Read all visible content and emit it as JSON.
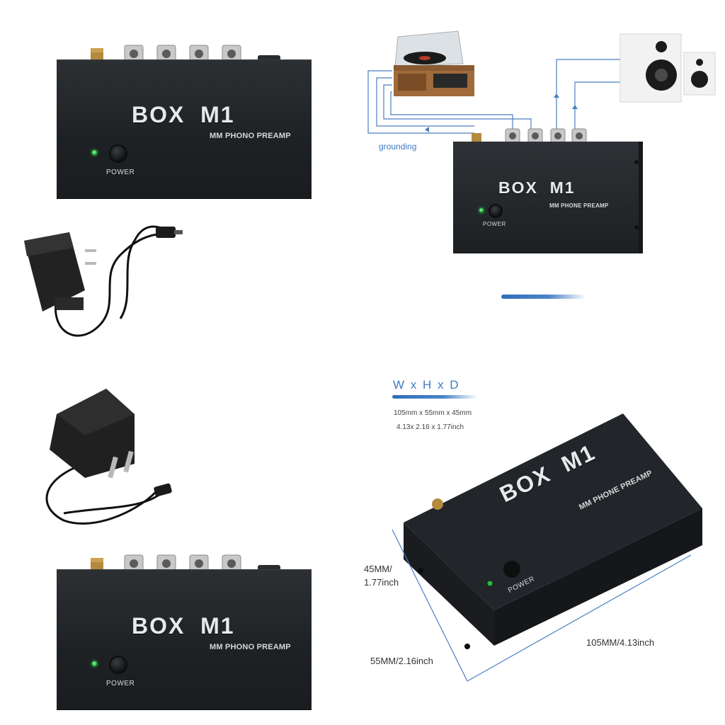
{
  "products": [
    {
      "brand": "BOX  M1",
      "subtitle": "MM PHONO PREAMP",
      "power_label": "POWER"
    },
    {
      "brand": "BOX  M1",
      "subtitle": "MM PHONE PREAMP",
      "power_label": "POWER"
    },
    {
      "brand": "BOX  M1",
      "subtitle": "MM PHONE PREAMP",
      "power_label": "POWER"
    },
    {
      "brand": "BOX  M1",
      "subtitle": "MM PHONO PREAMP",
      "power_label": "POWER"
    }
  ],
  "connection_diagram": {
    "grounding_label": "grounding"
  },
  "dimensions": {
    "title": "W x H x D",
    "metric": "105mm x 55mm x 45mm",
    "imperial": "4.13x 2.16 x 1.77inch",
    "height_label_line1": "45MM/",
    "height_label_line2": "1.77inch",
    "depth_label": "55MM/2.16inch",
    "width_label": "105MM/4.13inch"
  },
  "colors": {
    "accent_blue": "#3f7bc0",
    "device_black": "#1f2225",
    "led_green": "#1fbf3a"
  }
}
